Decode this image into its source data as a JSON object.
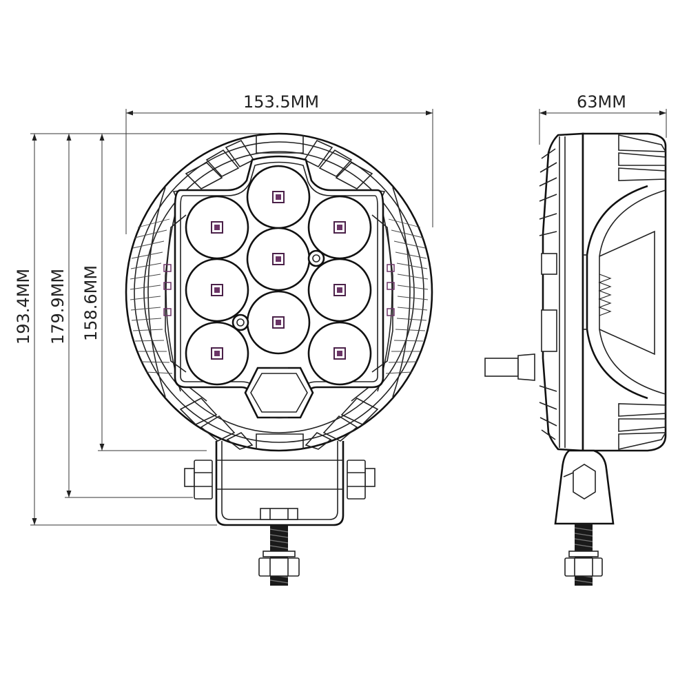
{
  "dimensions": {
    "width_front": "153.5MM",
    "depth_side": "63MM",
    "height_total": "193.4MM",
    "height_bracket": "179.9MM",
    "height_housing": "158.6MM"
  },
  "colors": {
    "line": "#222222",
    "led_accent": "#6b3466"
  }
}
